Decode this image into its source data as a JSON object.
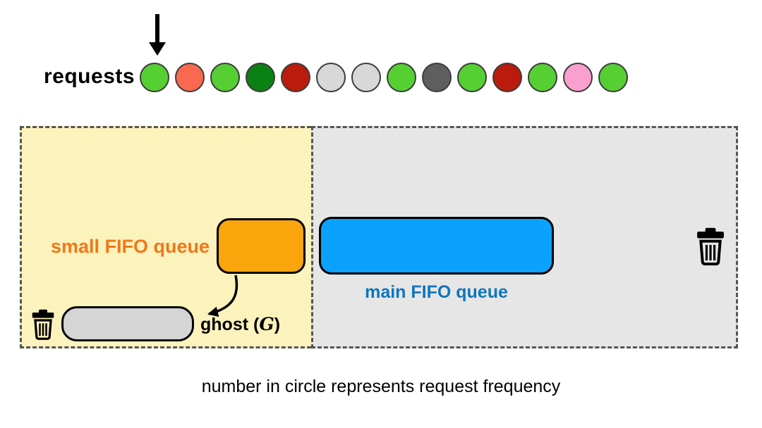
{
  "theme": {
    "page_bg": "#FFFFFF",
    "small_zone_bg": "#FCF2BC",
    "main_zone_bg": "#E6E6E6",
    "dash_border": "#555555",
    "small_queue_fill": "#FBA50D",
    "main_queue_fill": "#0AA2FC",
    "ghost_fill": "#D5D5D5",
    "small_label_color": "#F07818",
    "main_label_color": "#0E76BC",
    "text_color": "#000000"
  },
  "requests": {
    "label": "requests",
    "circle_colors": [
      "#56CF33",
      "#F8694F",
      "#56CF33",
      "#0A8113",
      "#BA1B0D",
      "#D8D8D8",
      "#D8D8D8",
      "#56CF33",
      "#5E5E5E",
      "#56CF33",
      "#BA1B0D",
      "#56CF33",
      "#F9A0CE",
      "#56CF33"
    ]
  },
  "small_zone": {
    "queue_label": "small FIFO queue",
    "ghost_label_prefix": "ghost (",
    "ghost_symbol": "G",
    "ghost_label_suffix": ")"
  },
  "main_zone": {
    "queue_label": "main FIFO queue"
  },
  "caption": "number in circle represents request frequency",
  "icons": {
    "incoming_request": "down-arrow-icon",
    "small_zone_evict": "trash-can-icon",
    "main_zone_evict": "trash-can-icon",
    "demotion": "curved-arrow-icon"
  }
}
